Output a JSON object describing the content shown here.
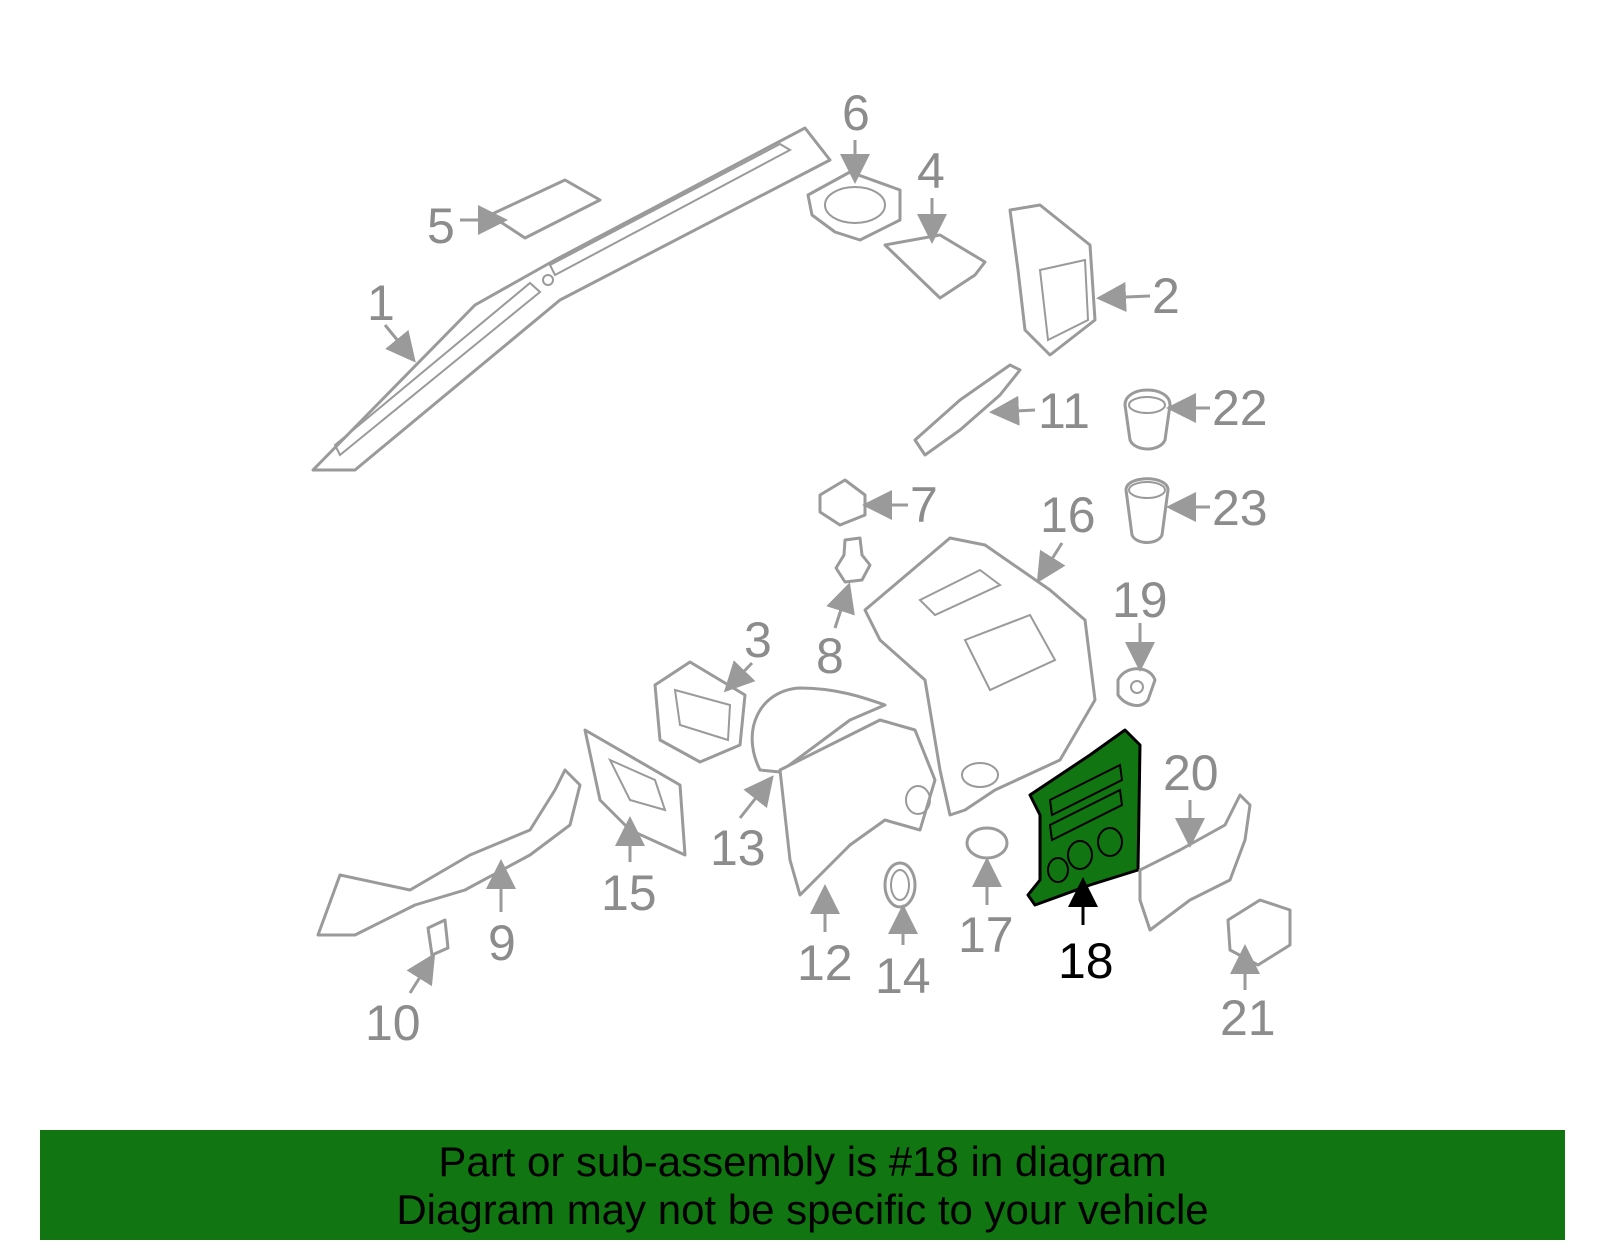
{
  "diagram": {
    "highlighted_part": "18",
    "highlight_color": "#117511",
    "callouts": [
      "1",
      "2",
      "3",
      "4",
      "5",
      "6",
      "7",
      "8",
      "9",
      "10",
      "11",
      "12",
      "13",
      "14",
      "15",
      "16",
      "17",
      "18",
      "19",
      "20",
      "21",
      "22",
      "23"
    ]
  },
  "caption": {
    "line1": "Part or sub-assembly is #18 in diagram",
    "line2": "Diagram may not be specific to your vehicle"
  }
}
